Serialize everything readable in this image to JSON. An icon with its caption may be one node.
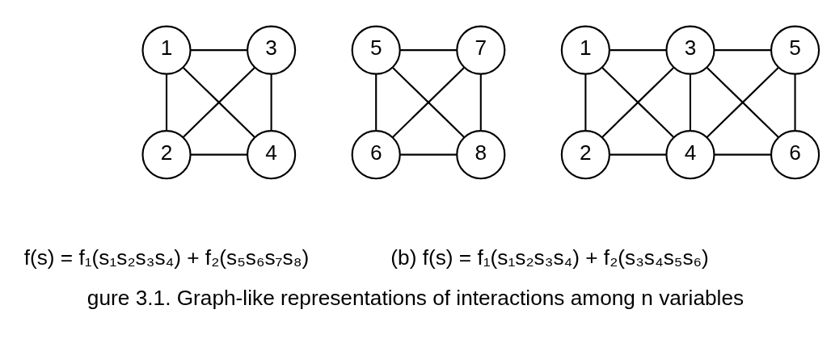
{
  "diagram": {
    "caption": "gure 3.1. Graph-like representations of interactions among n variables",
    "nodes": [
      {
        "text": [
          "1"
        ]
      },
      {
        "text": [
          "2"
        ]
      },
      {
        "text": [
          "3"
        ]
      },
      {
        "text": [
          "4"
        ]
      },
      {
        "text": [
          "5"
        ]
      },
      {
        "text": [
          "6"
        ]
      },
      {
        "text": [
          "7"
        ]
      },
      {
        "text": [
          "8"
        ]
      },
      {
        "text": [
          "1"
        ]
      },
      {
        "text": [
          "2"
        ]
      },
      {
        "text": [
          "3"
        ]
      },
      {
        "text": [
          "4"
        ]
      },
      {
        "text": [
          "5"
        ]
      },
      {
        "text": [
          "6"
        ]
      }
    ],
    "edges": [
      {
        "from": 0,
        "to": 2,
        "arrow": "none"
      },
      {
        "from": 0,
        "to": 1,
        "arrow": "none"
      },
      {
        "from": 0,
        "to": 3,
        "arrow": "none"
      },
      {
        "from": 2,
        "to": 1,
        "arrow": "none"
      },
      {
        "from": 2,
        "to": 3,
        "arrow": "none"
      },
      {
        "from": 1,
        "to": 3,
        "arrow": "none"
      },
      {
        "from": 4,
        "to": 6,
        "arrow": "none"
      },
      {
        "from": 4,
        "to": 5,
        "arrow": "none"
      },
      {
        "from": 4,
        "to": 7,
        "arrow": "none"
      },
      {
        "from": 6,
        "to": 5,
        "arrow": "none"
      },
      {
        "from": 6,
        "to": 7,
        "arrow": "none"
      },
      {
        "from": 5,
        "to": 7,
        "arrow": "none"
      },
      {
        "from": 8,
        "to": 10,
        "arrow": "none"
      },
      {
        "from": 8,
        "to": 9,
        "arrow": "none"
      },
      {
        "from": 8,
        "to": 11,
        "arrow": "none"
      },
      {
        "from": 10,
        "to": 9,
        "arrow": "none"
      },
      {
        "from": 10,
        "to": 11,
        "arrow": "none"
      },
      {
        "from": 9,
        "to": 11,
        "arrow": "none"
      },
      {
        "from": 10,
        "to": 12,
        "arrow": "none"
      },
      {
        "from": 10,
        "to": 13,
        "arrow": "none"
      },
      {
        "from": 12,
        "to": 11,
        "arrow": "none"
      },
      {
        "from": 12,
        "to": 13,
        "arrow": "none"
      },
      {
        "from": 11,
        "to": 13,
        "arrow": "none"
      }
    ],
    "labels": [
      "f(s) = f₁(s₁s₂s₃s₄) + f₂(s₅s₆s₇s₈)",
      "(b) f(s) = f₁(s₁s₂s₃s₄) + f₂(s₃s₄s₅s₆)"
    ]
  }
}
